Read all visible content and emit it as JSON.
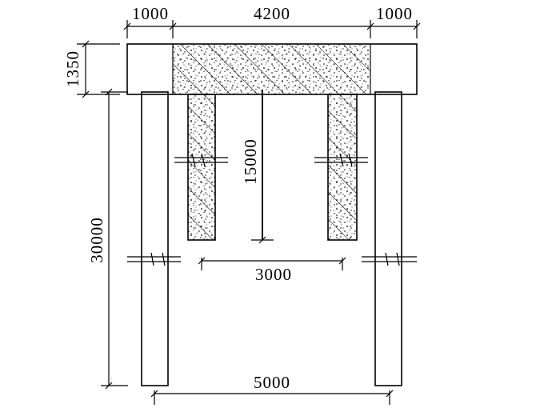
{
  "dimensions": {
    "cap_left_overhang": "1000",
    "cap_center_width": "4200",
    "cap_right_overhang": "1000",
    "cap_thickness": "1350",
    "pile_length": "30000",
    "wall_depth": "15000",
    "wall_spacing": "3000",
    "pile_spacing": "5000"
  }
}
